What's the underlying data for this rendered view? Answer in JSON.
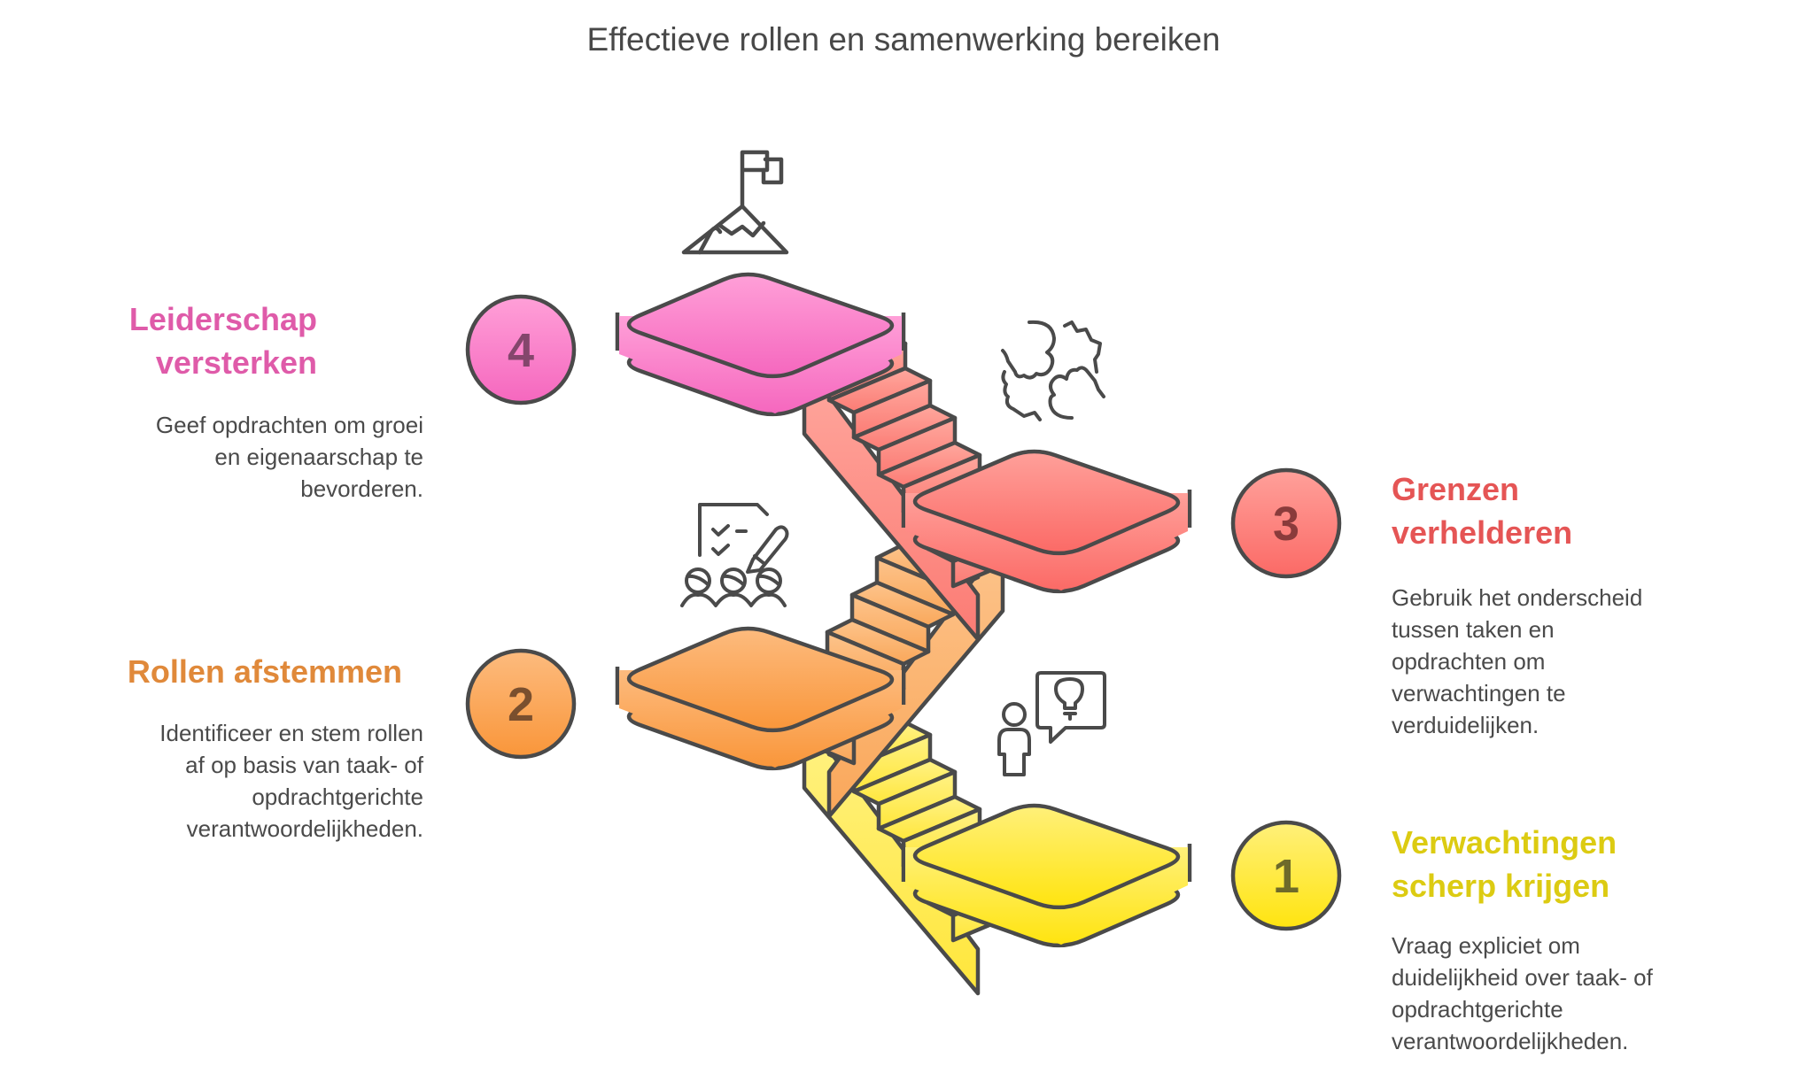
{
  "title": "Effectieve rollen en samenwerking bereiken",
  "colors": {
    "outline": "#4a4a4a",
    "text": "#4a4a4a"
  },
  "steps": [
    {
      "number": "1",
      "heading_lines": [
        "Verwachtingen",
        "scherp krijgen"
      ],
      "description_lines": [
        "Vraag expliciet om",
        "duidelijkheid over taak- of",
        "opdrachtgerichte",
        "verantwoordelijkheden."
      ],
      "icon": "person-lightbulb-idea-icon",
      "side": "right",
      "accent": "#dccb12",
      "fill_top": "#fff07a",
      "fill_bottom": "#ffe40f",
      "number_color": "#6e6a2a"
    },
    {
      "number": "2",
      "heading_lines": [
        "Rollen afstemmen"
      ],
      "description_lines": [
        "Identificeer en stem rollen",
        "af op basis van taak- of",
        "opdrachtgerichte",
        "verantwoordelijkheden."
      ],
      "icon": "team-checklist-icon",
      "side": "left",
      "accent": "#e0893a",
      "fill_top": "#fdbb7e",
      "fill_bottom": "#f9963a",
      "number_color": "#7a4f2e"
    },
    {
      "number": "3",
      "heading_lines": [
        "Grenzen",
        "verhelderen"
      ],
      "description_lines": [
        "Gebruik het onderscheid",
        "tussen taken en",
        "opdrachten om",
        "verwachtingen te",
        "verduidelijken."
      ],
      "icon": "handshake-fist-bump-icon",
      "side": "right",
      "accent": "#e55555",
      "fill_top": "#ffa09a",
      "fill_bottom": "#fb6a66",
      "number_color": "#8a3b3b"
    },
    {
      "number": "4",
      "heading_lines": [
        "Leiderschap",
        "versterken"
      ],
      "description_lines": [
        "Geef opdrachten om groei",
        "en eigenaarschap te",
        "bevorderen."
      ],
      "icon": "mountain-flag-icon",
      "side": "left",
      "accent": "#df5ba9",
      "fill_top": "#ffa0d8",
      "fill_bottom": "#f567be",
      "number_color": "#84466c"
    }
  ],
  "stairs": [
    {
      "from": "1",
      "to": "2",
      "fill_top": "#fff286",
      "fill_bottom": "#ffe63a"
    },
    {
      "from": "2",
      "to": "3",
      "fill_top": "#fdc48c",
      "fill_bottom": "#f9a75a"
    },
    {
      "from": "3",
      "to": "4",
      "fill_top": "#ffa89e",
      "fill_bottom": "#fb7b74"
    }
  ]
}
